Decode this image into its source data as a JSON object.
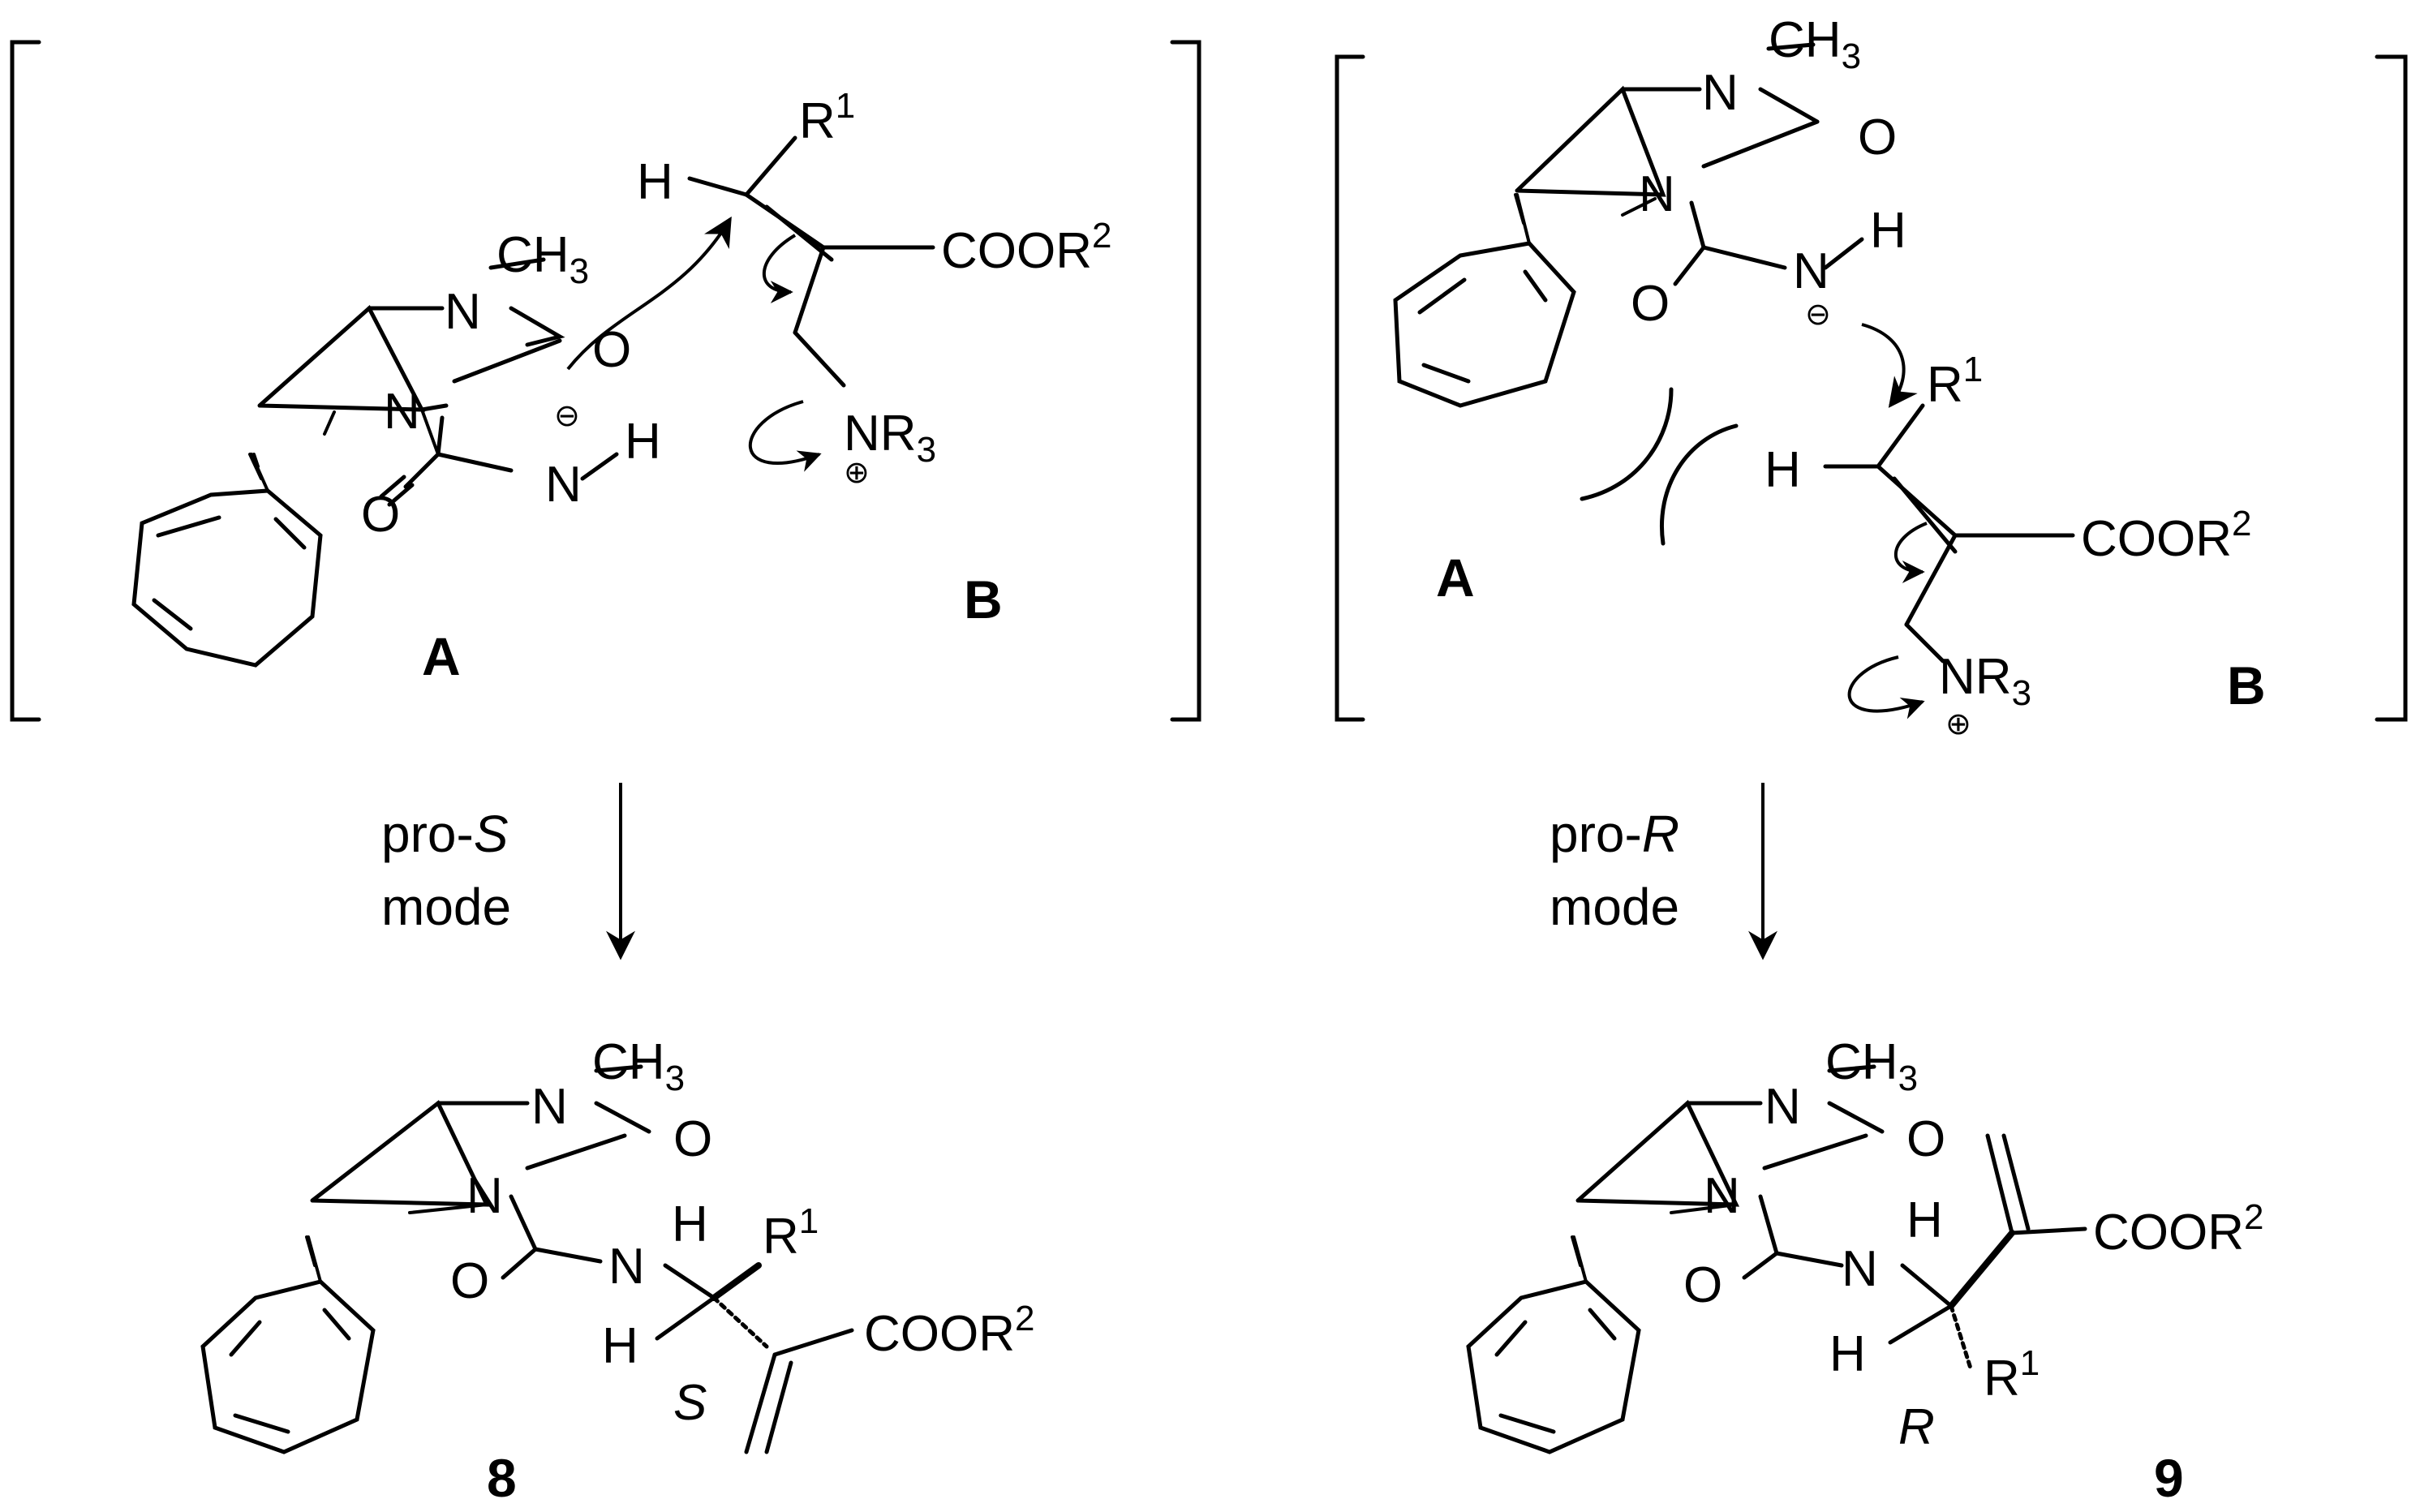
{
  "panels": [
    {
      "id": "left",
      "fragment_a_label": "A",
      "fragment_b_label": "B",
      "n_label": "N",
      "ch3_label": "CH",
      "ch3_sub": "3",
      "o_label": "O",
      "nh_n": "N",
      "nh_h": "H",
      "h_label": "H",
      "r1_label": "R",
      "r1_sup": "1",
      "ester_label": "COOR",
      "ester_sup": "2",
      "amine_label": "NR",
      "amine_sub": "3",
      "minus_sign": "⊖",
      "plus_sign": "⊕"
    },
    {
      "id": "right",
      "fragment_a_label": "A",
      "fragment_b_label": "B",
      "n_label": "N",
      "ch3_label": "CH",
      "ch3_sub": "3",
      "o_label": "O",
      "nh_n": "N",
      "nh_h": "H",
      "h_label": "H",
      "r1_label": "R",
      "r1_sup": "1",
      "ester_label": "COOR",
      "ester_sup": "2",
      "amine_label": "NR",
      "amine_sub": "3",
      "minus_sign": "⊖",
      "plus_sign": "⊕"
    }
  ],
  "arrows": [
    {
      "id": "left",
      "line1_prefix": "pro-",
      "line1_italic": "S",
      "line2": "mode"
    },
    {
      "id": "right",
      "line1_prefix": "pro-",
      "line1_italic": "R",
      "line2": "mode"
    }
  ],
  "products": [
    {
      "id": "8",
      "number": "8",
      "stereo_descriptor": "S",
      "n_label": "N",
      "ch3_label": "CH",
      "ch3_sub": "3",
      "o_label": "O",
      "nh_label": "N",
      "h_label": "H",
      "r1_label": "R",
      "r1_sup": "1",
      "ester_label": "COOR",
      "ester_sup": "2"
    },
    {
      "id": "9",
      "number": "9",
      "stereo_descriptor": "R",
      "n_label": "N",
      "ch3_label": "CH",
      "ch3_sub": "3",
      "o_label": "O",
      "nh_label": "N",
      "h_label": "H",
      "r1_label": "R",
      "r1_sup": "1",
      "ester_label": "COOR",
      "ester_sup": "2"
    }
  ]
}
